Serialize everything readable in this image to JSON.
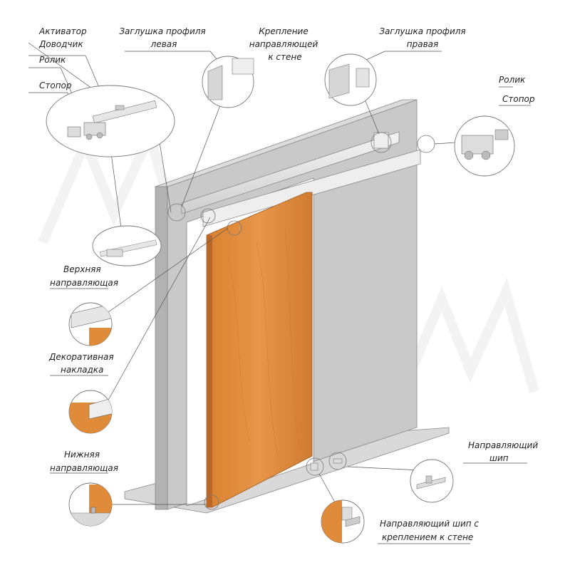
{
  "labels": {
    "activator": "Активатор",
    "closer": "Доводчик",
    "roller_left": "Ролик",
    "stopper_left": "Стопор",
    "cap_left_1": "Заглушка профиля",
    "cap_left_2": "левая",
    "wall_mount_1": "Крепление",
    "wall_mount_2": "направляющей",
    "wall_mount_3": "к стене",
    "cap_right_1": "Заглушка профиля",
    "cap_right_2": "правая",
    "roller_right": "Ролик",
    "stopper_right": "Стопор",
    "top_rail_1": "Верхняя",
    "top_rail_2": "направляющая",
    "deco_1": "Декоративная",
    "deco_2": "накладка",
    "bottom_rail_1": "Нижняя",
    "bottom_rail_2": "направляющая",
    "guide_pin_1": "Направляющий",
    "guide_pin_2": "шип",
    "guide_pin_wall_1": "Направляющий шип с",
    "guide_pin_wall_2": "креплением к стене"
  },
  "watermark": "MMM",
  "colors": {
    "wall_front": "#c9c9c9",
    "wall_side": "#b2b2b2",
    "wall_top": "#dcdcdc",
    "door": "#e08b3a",
    "door_dark": "#b8682a",
    "rail": "#e6e6e6",
    "line": "#666666"
  }
}
